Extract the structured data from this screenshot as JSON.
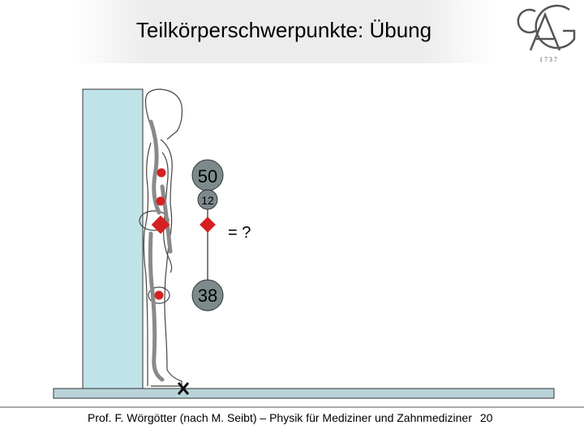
{
  "title": "Teilkörperschwerpunkte: Übung",
  "logo": {
    "letters": "CGA",
    "caption": "1 7 3 7"
  },
  "diagram": {
    "weights": [
      {
        "id": "upper",
        "value": "50"
      },
      {
        "id": "middle",
        "value": "12"
      },
      {
        "id": "lower",
        "value": "38"
      }
    ],
    "result": "= ?",
    "colors": {
      "wall": "#bfe3e8",
      "floor": "#b9d4d9",
      "marker": "#d42020",
      "bubble": "#7d8a8c"
    }
  },
  "footer": {
    "text": "Prof. F. Wörgötter (nach M. Seibt) – Physik für Mediziner und Zahnmediziner",
    "page": "20"
  }
}
